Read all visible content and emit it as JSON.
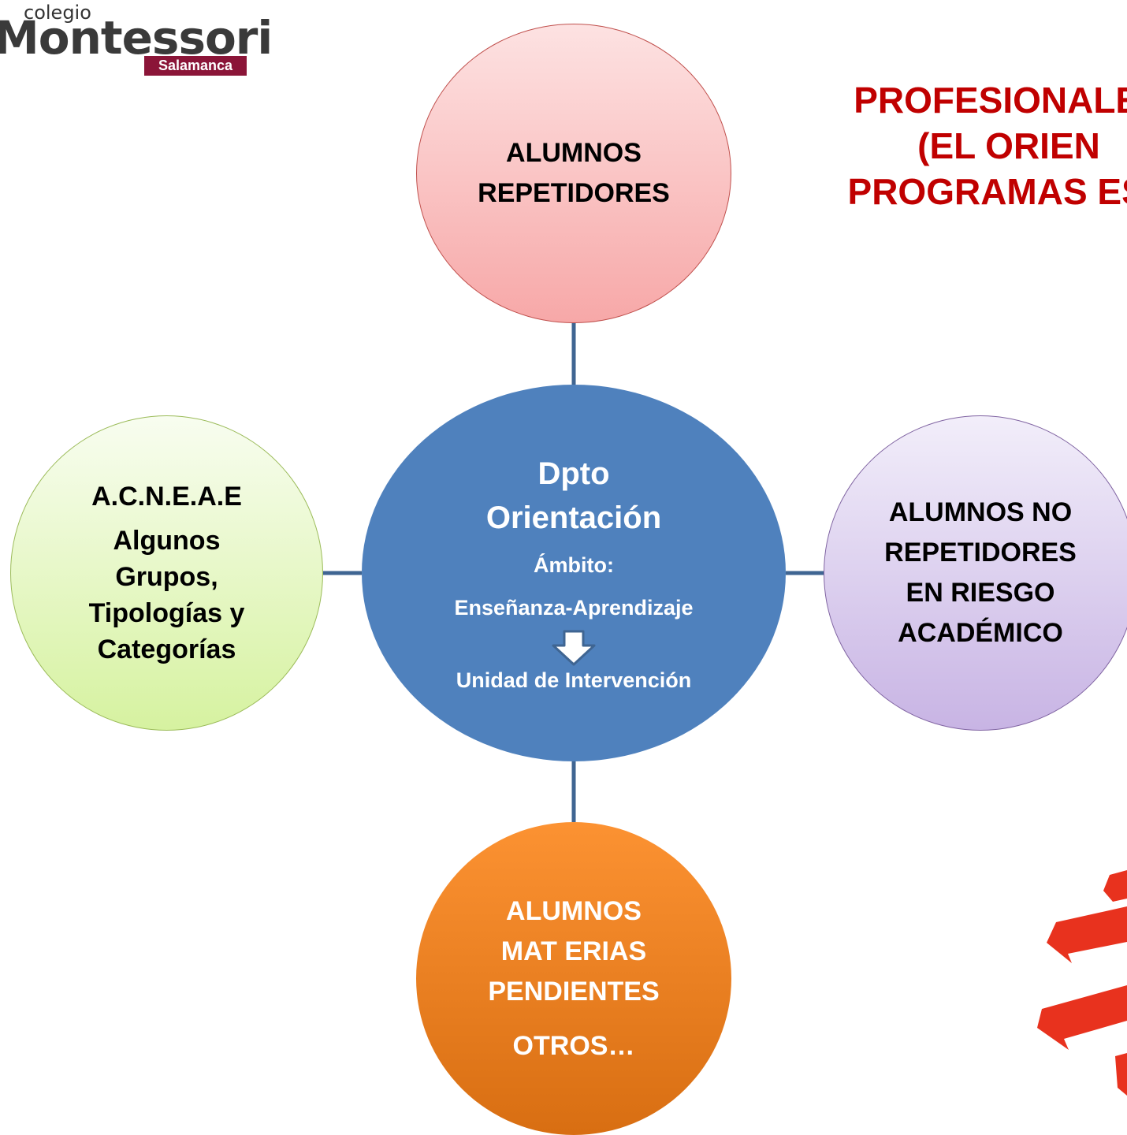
{
  "logo": {
    "small": "colegio",
    "big": "Montessori",
    "badge": "Salamanca"
  },
  "title": {
    "lines": [
      "PROFESIONALES",
      "(EL ORIEN",
      "PROGRAMAS ESP"
    ]
  },
  "nodes": {
    "top": {
      "lines": [
        "ALUMNOS",
        "REPETIDORES"
      ]
    },
    "left": {
      "heading": "A.C.N.E.A.E",
      "lines": [
        "Algunos",
        "Grupos,",
        "Tipologías y",
        "Categorías"
      ]
    },
    "right": {
      "lines": [
        "ALUMNOS NO",
        "REPETIDORES",
        "EN RIESGO",
        "ACADÉMICO"
      ]
    },
    "bottom": {
      "lines": [
        "ALUMNOS",
        "MAT ERIAS",
        "PENDIENTES"
      ],
      "other": "OTROS…"
    },
    "center": {
      "title1": "Dpto",
      "title2": "Orientación",
      "ambito": "Ámbito:",
      "area": "Enseñanza-Aprendizaje",
      "unit": "Unidad de Intervención"
    }
  },
  "colors": {
    "title": "#c00000",
    "center": "#4f81bd",
    "connector": "#3f6592",
    "top_fill": "#f7a8a8",
    "left_fill": "#d6f2a0",
    "right_fill": "#c8b4e4",
    "bottom_fill": "#f28520"
  }
}
